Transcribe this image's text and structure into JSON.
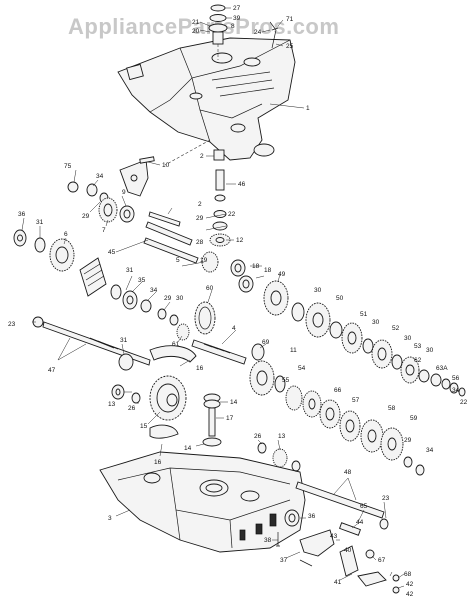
{
  "watermark": "AppliancePartsPros.com",
  "callouts": [
    {
      "id": "c27",
      "text": "27"
    },
    {
      "id": "c39",
      "text": "39"
    },
    {
      "id": "c21",
      "text": "21"
    },
    {
      "id": "c8",
      "text": "8"
    },
    {
      "id": "c20",
      "text": "20"
    },
    {
      "id": "c71",
      "text": "71"
    },
    {
      "id": "c24",
      "text": "24"
    },
    {
      "id": "c25",
      "text": "25"
    },
    {
      "id": "c1",
      "text": "1"
    },
    {
      "id": "c75",
      "text": "75"
    },
    {
      "id": "c10",
      "text": "10"
    },
    {
      "id": "c2",
      "text": "2"
    },
    {
      "id": "c46",
      "text": "46"
    },
    {
      "id": "c34a",
      "text": "34"
    },
    {
      "id": "c29a",
      "text": "29"
    },
    {
      "id": "c7",
      "text": "7"
    },
    {
      "id": "c9",
      "text": "9"
    },
    {
      "id": "c36a",
      "text": "36"
    },
    {
      "id": "c31a",
      "text": "31"
    },
    {
      "id": "c6",
      "text": "6"
    },
    {
      "id": "c45",
      "text": "45"
    },
    {
      "id": "c2b",
      "text": "2"
    },
    {
      "id": "c29b",
      "text": "29"
    },
    {
      "id": "c22a",
      "text": "22"
    },
    {
      "id": "c12",
      "text": "12"
    },
    {
      "id": "c28",
      "text": "28"
    },
    {
      "id": "c5",
      "text": "5"
    },
    {
      "id": "c18a",
      "text": "18"
    },
    {
      "id": "c18b",
      "text": "18"
    },
    {
      "id": "c49",
      "text": "49"
    },
    {
      "id": "c31b",
      "text": "31"
    },
    {
      "id": "c35",
      "text": "35"
    },
    {
      "id": "c34b",
      "text": "34"
    },
    {
      "id": "c19",
      "text": "19"
    },
    {
      "id": "c30a",
      "text": "30"
    },
    {
      "id": "c29c",
      "text": "29"
    },
    {
      "id": "c60",
      "text": "60"
    },
    {
      "id": "c50",
      "text": "50"
    },
    {
      "id": "c30b",
      "text": "30"
    },
    {
      "id": "c51",
      "text": "51"
    },
    {
      "id": "c30c",
      "text": "30"
    },
    {
      "id": "c52",
      "text": "52"
    },
    {
      "id": "c30d",
      "text": "30"
    },
    {
      "id": "c53",
      "text": "53"
    },
    {
      "id": "c23a",
      "text": "23"
    },
    {
      "id": "c61",
      "text": "61"
    },
    {
      "id": "c4",
      "text": "4"
    },
    {
      "id": "c69",
      "text": "69"
    },
    {
      "id": "c62",
      "text": "62"
    },
    {
      "id": "c30e",
      "text": "30"
    },
    {
      "id": "c63A",
      "text": "63A"
    },
    {
      "id": "c56",
      "text": "56"
    },
    {
      "id": "c34c",
      "text": "34"
    },
    {
      "id": "c22b",
      "text": "22"
    },
    {
      "id": "c47",
      "text": "47"
    },
    {
      "id": "c31c",
      "text": "31"
    },
    {
      "id": "c16",
      "text": "16"
    },
    {
      "id": "c11",
      "text": "11"
    },
    {
      "id": "c54",
      "text": "54"
    },
    {
      "id": "c55",
      "text": "55"
    },
    {
      "id": "c13a",
      "text": "13"
    },
    {
      "id": "c26a",
      "text": "26"
    },
    {
      "id": "c14a",
      "text": "14"
    },
    {
      "id": "c66",
      "text": "66"
    },
    {
      "id": "c57",
      "text": "57"
    },
    {
      "id": "c58",
      "text": "58"
    },
    {
      "id": "c15",
      "text": "15"
    },
    {
      "id": "c17",
      "text": "17"
    },
    {
      "id": "c59",
      "text": "59"
    },
    {
      "id": "c14b",
      "text": "14"
    },
    {
      "id": "c16b",
      "text": "16"
    },
    {
      "id": "c26b",
      "text": "26"
    },
    {
      "id": "c13b",
      "text": "13"
    },
    {
      "id": "c29d",
      "text": "29"
    },
    {
      "id": "c34d",
      "text": "34"
    },
    {
      "id": "c48",
      "text": "48"
    },
    {
      "id": "c3",
      "text": "3"
    },
    {
      "id": "c23b",
      "text": "23"
    },
    {
      "id": "c36b",
      "text": "36"
    },
    {
      "id": "c65",
      "text": "65"
    },
    {
      "id": "c44",
      "text": "44"
    },
    {
      "id": "c38",
      "text": "38"
    },
    {
      "id": "c43",
      "text": "43"
    },
    {
      "id": "c37",
      "text": "37"
    },
    {
      "id": "c40",
      "text": "40"
    },
    {
      "id": "c67",
      "text": "67"
    },
    {
      "id": "c41",
      "text": "41"
    },
    {
      "id": "c68",
      "text": "68"
    },
    {
      "id": "c42a",
      "text": "42"
    },
    {
      "id": "c42b",
      "text": "42"
    }
  ]
}
